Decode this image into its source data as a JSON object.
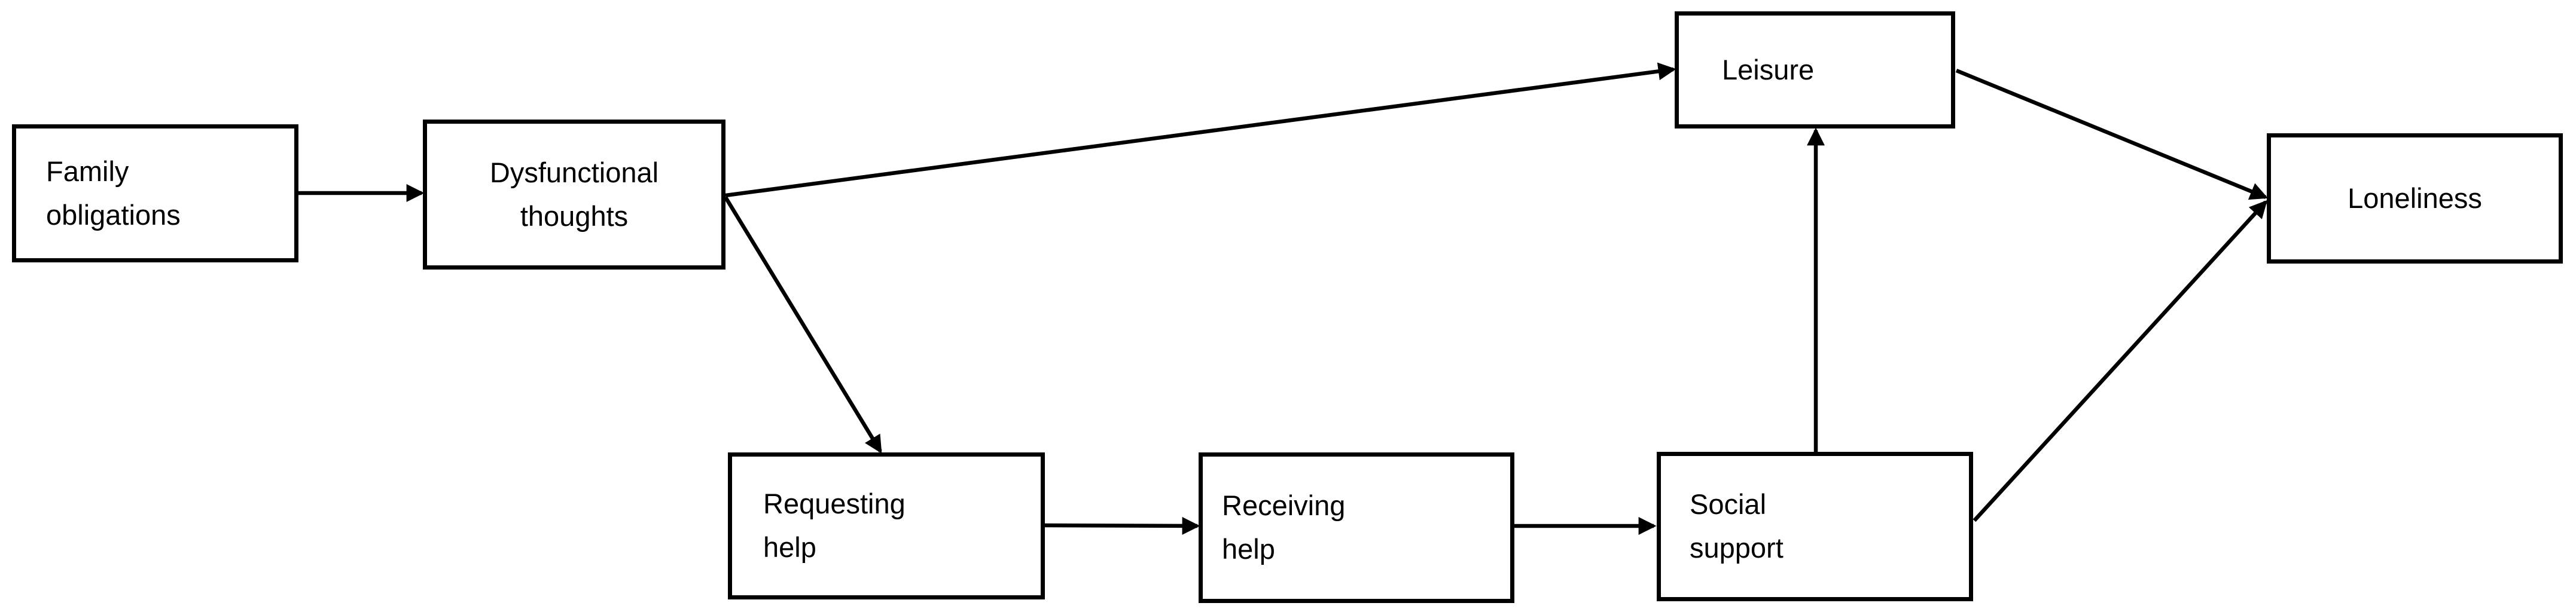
{
  "diagram": {
    "type": "path-model-flow-diagram",
    "colors": {
      "node_border": "#000000",
      "node_fill": "#ffffff",
      "arrow": "#000000",
      "background": "#ffffff",
      "text": "#000000"
    },
    "nodes": [
      {
        "id": "family-obligations",
        "label": "Family\nobligations"
      },
      {
        "id": "dysfunctional-thoughts",
        "label": "Dysfunctional\nthoughts"
      },
      {
        "id": "leisure",
        "label": "Leisure"
      },
      {
        "id": "loneliness",
        "label": "Loneliness"
      },
      {
        "id": "requesting-help",
        "label": "Requesting\nhelp"
      },
      {
        "id": "receiving-help",
        "label": "Receiving\nhelp"
      },
      {
        "id": "social-support",
        "label": "Social\nsupport"
      }
    ],
    "edges": [
      {
        "from": "Family obligations",
        "to": "Dysfunctional thoughts"
      },
      {
        "from": "Dysfunctional thoughts",
        "to": "Leisure"
      },
      {
        "from": "Dysfunctional thoughts",
        "to": "Requesting help"
      },
      {
        "from": "Requesting help",
        "to": "Receiving help"
      },
      {
        "from": "Receiving help",
        "to": "Social support"
      },
      {
        "from": "Social support",
        "to": "Leisure"
      },
      {
        "from": "Social support",
        "to": "Loneliness"
      },
      {
        "from": "Leisure",
        "to": "Loneliness"
      }
    ]
  }
}
